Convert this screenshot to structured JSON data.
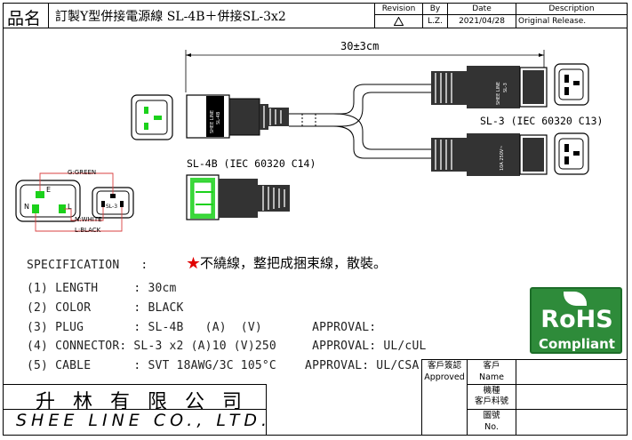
{
  "title": {
    "label": "品名",
    "name": "訂製Y型併接電源線 SL-4B＋併接SL-3x2"
  },
  "revision_table": {
    "headers": [
      "Revision",
      "By",
      "Date",
      "Description"
    ],
    "row": {
      "revision": "",
      "by": "L.Z.",
      "date": "2021/04/28",
      "description": "Original Release."
    }
  },
  "dimension": "30±3cm",
  "connectors": {
    "plug": "SL-4B (IEC 60320 C14)",
    "connector": "SL-3 (IEC 60320 C13)",
    "plug_vertical_text": "SHEE LINE\nSL-4B",
    "connector_vertical_text": "SHEE LINE\nSL-3",
    "connector_side_text": "10A 250V~"
  },
  "wiring": {
    "green": "G:GREEN",
    "white": "N:WHITE",
    "black": "L:BLACK",
    "pin_e": "E",
    "pin_n": "N",
    "pin_l": "L",
    "sl3_label": "SL-3"
  },
  "note": {
    "star": "★",
    "text": "不繞線，整把成捆束線，散裝。"
  },
  "specification": {
    "heading": "SPECIFICATION   :",
    "lines": [
      "(1) LENGTH     : 30cm",
      "(2) COLOR      : BLACK",
      "(3) PLUG       : SL-4B   (A)  (V)       APPROVAL:",
      "(4) CONNECTOR: SL-3 x2 (A)10 (V)250     APPROVAL: UL/cUL",
      "(5) CABLE      : SVT 18AWG/3C 105°C    APPROVAL: UL/CSA"
    ]
  },
  "rohs": {
    "top": "RoHS",
    "bottom": "Compliant"
  },
  "company": {
    "cn": "升林有限公司",
    "en": "SHEE LINE CO., LTD."
  },
  "approval_block": {
    "customer_sign": "客戶簽認",
    "approved": "Approved",
    "customer": "客戶",
    "name": "Name",
    "model": "機種",
    "customer_pn": "客戶料號",
    "drawing_no": "圖號",
    "no": "No."
  },
  "colors": {
    "red_note": "#e00000",
    "rohs_green": "#2e8b3a",
    "pin_green": "#1bd11b",
    "wire_red": "#d94040"
  }
}
